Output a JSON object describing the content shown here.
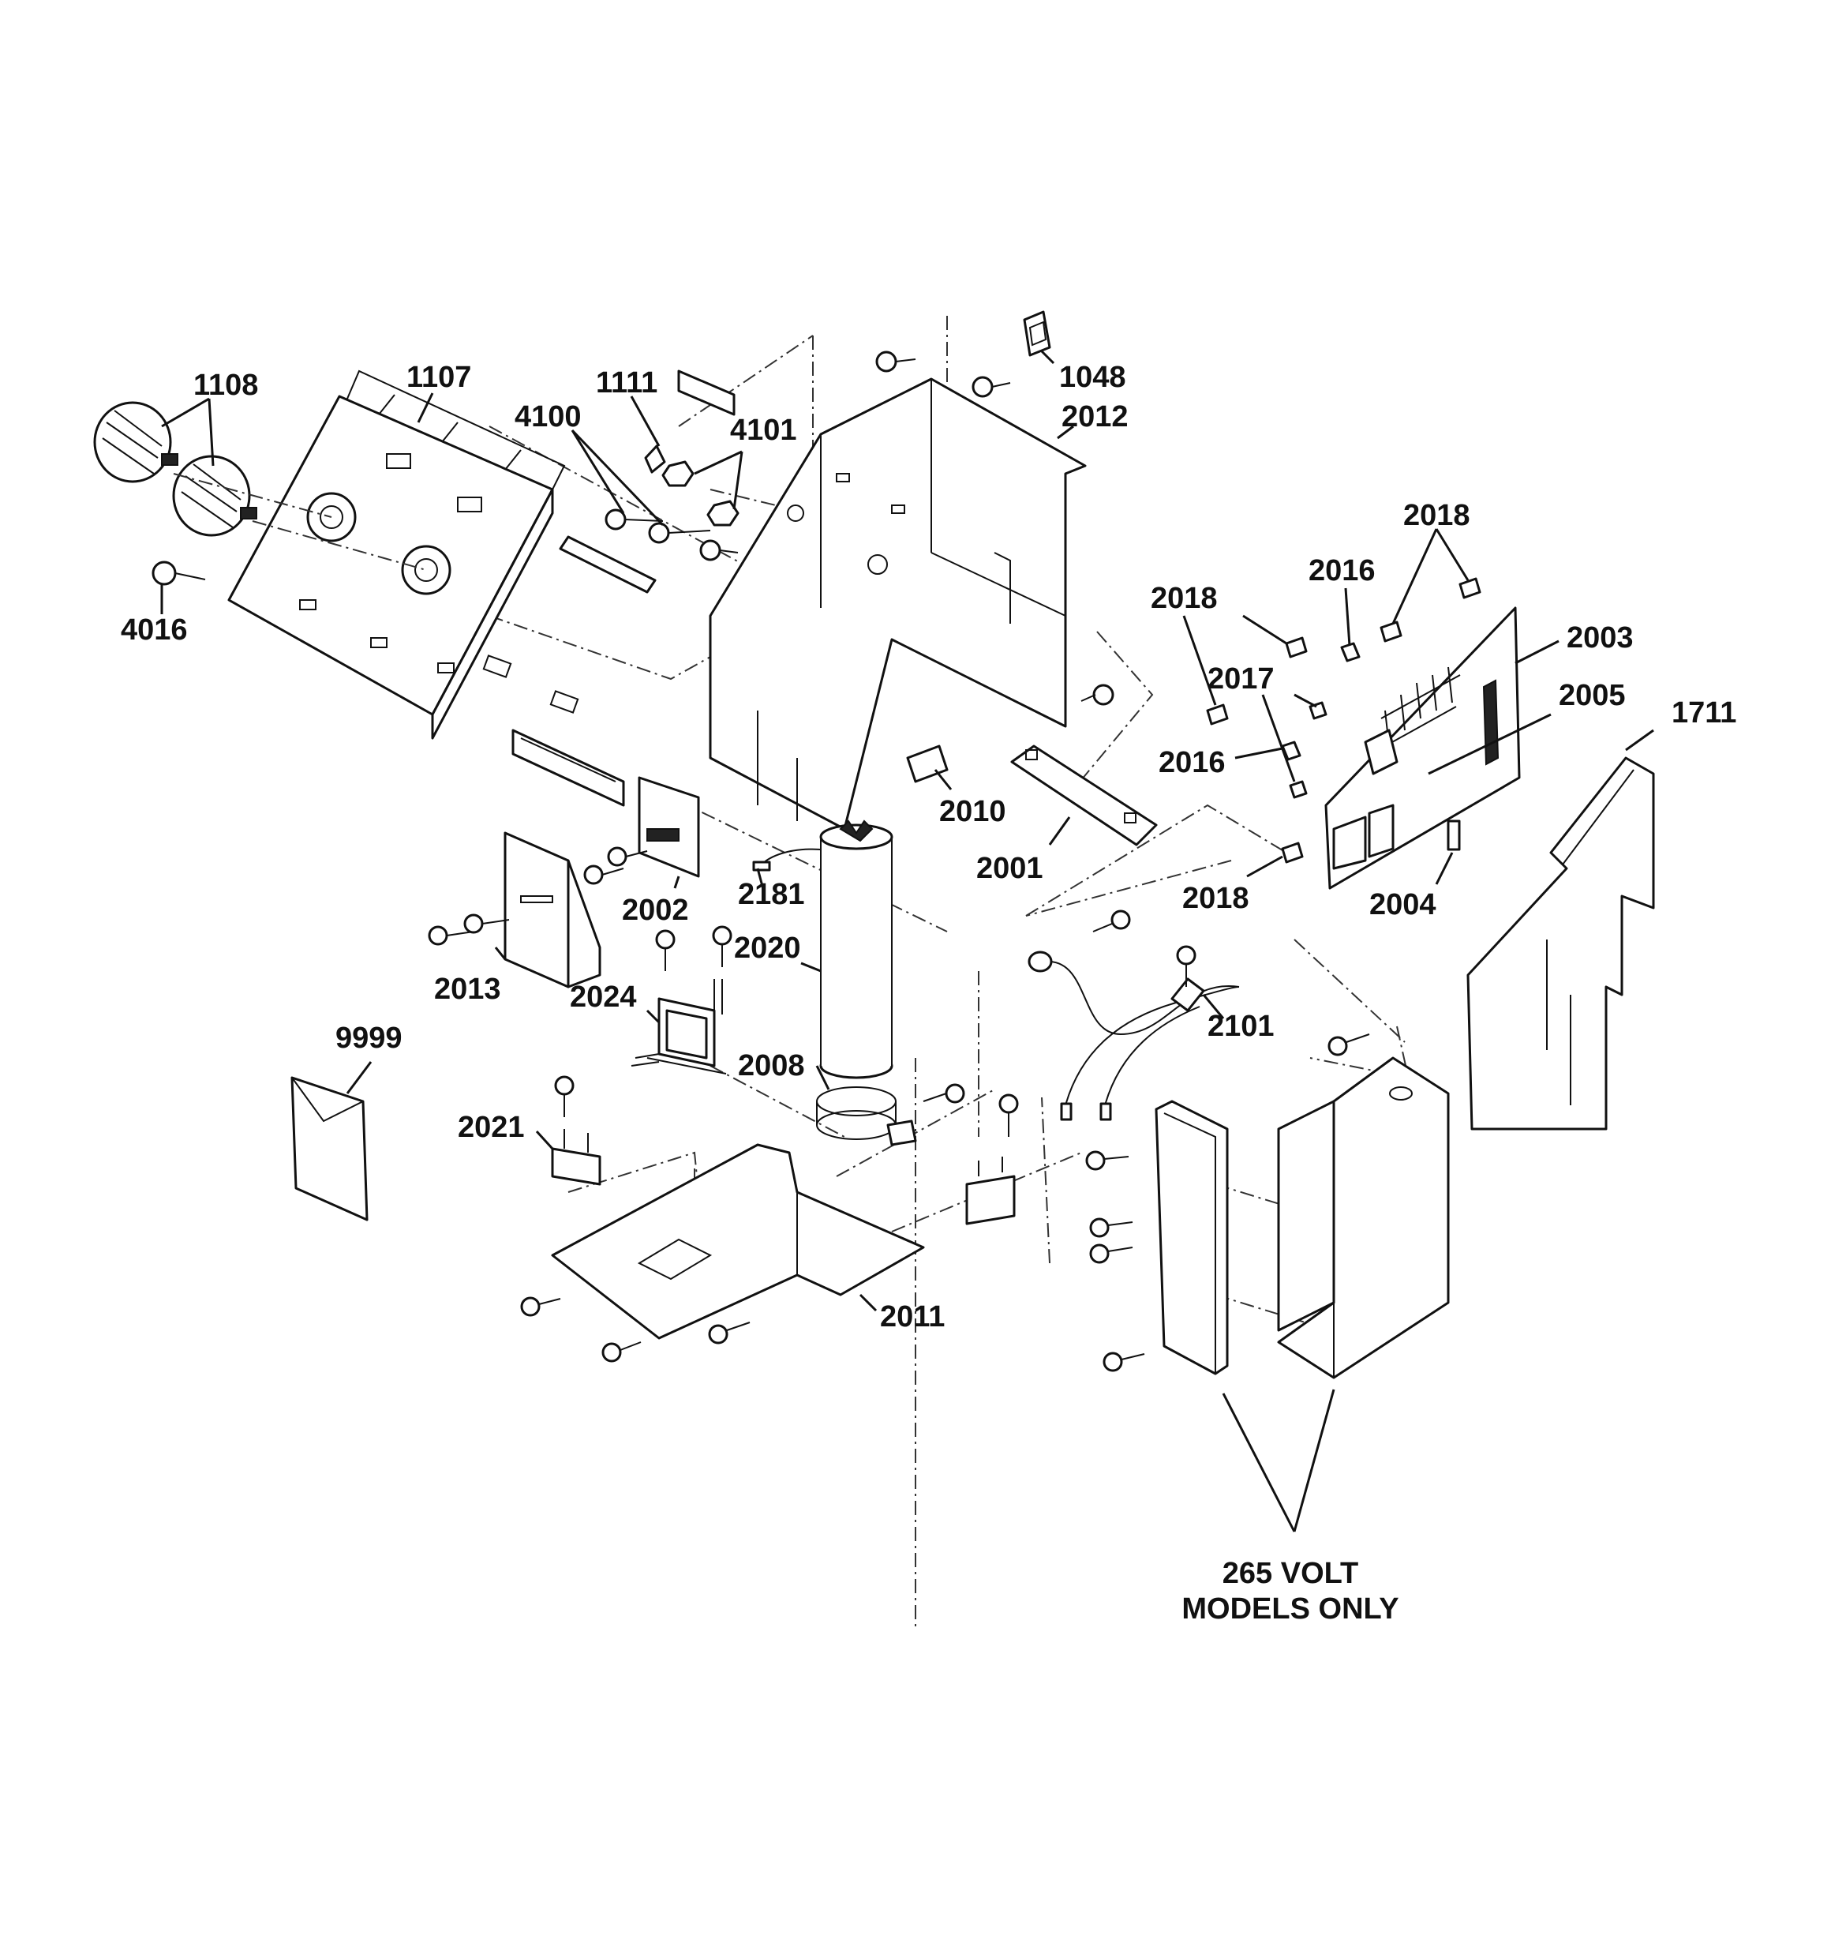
{
  "callouts": {
    "c1108": "1108",
    "c1107": "1107",
    "c1111": "1111",
    "c4100": "4100",
    "c4101": "4101",
    "c1048": "1048",
    "c2012": "2012",
    "c4016": "4016",
    "c2018a": "2018",
    "c2016a": "2016",
    "c2018b": "2018",
    "c2003": "2003",
    "c2017": "2017",
    "c2005": "2005",
    "c2016b": "2016",
    "c1711": "1711",
    "c2010": "2010",
    "c2001": "2001",
    "c2018c": "2018",
    "c2004": "2004",
    "c2181": "2181",
    "c2002": "2002",
    "c2020": "2020",
    "c2013": "2013",
    "c2024": "2024",
    "c2101": "2101",
    "c9999": "9999",
    "c2008": "2008",
    "c2021": "2021",
    "c2011": "2011"
  },
  "note": {
    "line1": "265 VOLT",
    "line2": "MODELS ONLY"
  }
}
